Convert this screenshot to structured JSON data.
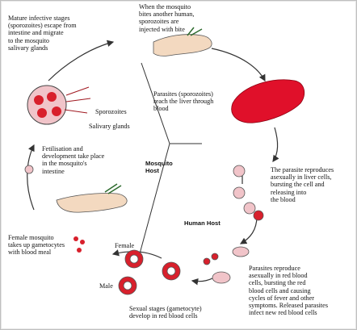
{
  "labels": {
    "mosquito_bites": "When the mosquito\nbites another human,\nsporozoites are\ninjected with bite",
    "mature_stages": "Mature infective stages\n(sporozoites) escape from\nintestine and migrate\nto the mosquito\nsalivary glands",
    "sporozoites": "Sporozoites",
    "salivary_glands": "Salivary glands",
    "parasites_liver": "Parasites (sporozoites)\nreach the liver through\nblood",
    "fertilisation": "Fetilisation and\ndevelopment take place\nin the mosquito's\nintestine",
    "mosquito_host": "Mosquito\nHost",
    "human_host": "Human Host",
    "reproduce_liver": "The parasite reproduces\nasexually in liver cells,\nbursting the cell and\nreleasing into\nthe blood",
    "female_mosquito": "Female mosquito\ntakes up gametocytes\nwith blood meal",
    "female": "Female",
    "male": "Male",
    "reproduce_rbc": "Parasites reproduce\nasexually in red blood\ncells, bursting the red\nblood cells and causing\ncycles of fever and other\nsymptoms. Released parasites\ninfect new red blood cells",
    "sexual_stages": "Sexual stages (gametocyte)\ndevelop in red blood cells"
  },
  "colors": {
    "liver": "#e0102a",
    "cell_red": "#d8202c",
    "cell_pink": "#f1c4c9",
    "skin": "#f3d9c0",
    "arrow": "#333333"
  }
}
